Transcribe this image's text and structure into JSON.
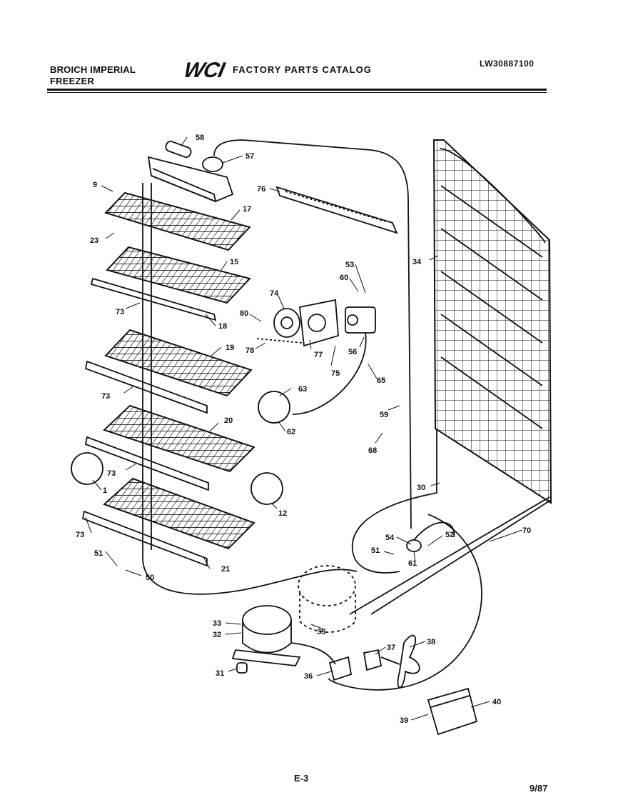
{
  "header": {
    "brand_line1": "BROICH IMPERIAL",
    "brand_line2": "FREEZER",
    "logo": "WCI",
    "catalog_title": "FACTORY PARTS CATALOG",
    "model_number": "LW30887100"
  },
  "footer": {
    "page_number": "E-3",
    "date": "9/87"
  },
  "callouts": [
    "58",
    "57",
    "9",
    "76",
    "17",
    "23",
    "15",
    "53",
    "60",
    "34",
    "74",
    "80",
    "73",
    "18",
    "77",
    "56",
    "78",
    "19",
    "75",
    "65",
    "63",
    "73",
    "59",
    "20",
    "62",
    "68",
    "73",
    "1",
    "12",
    "30",
    "54",
    "52",
    "70",
    "73",
    "51",
    "61",
    "51",
    "21",
    "50",
    "33",
    "32",
    "35",
    "37",
    "38",
    "31",
    "36",
    "40",
    "39"
  ]
}
